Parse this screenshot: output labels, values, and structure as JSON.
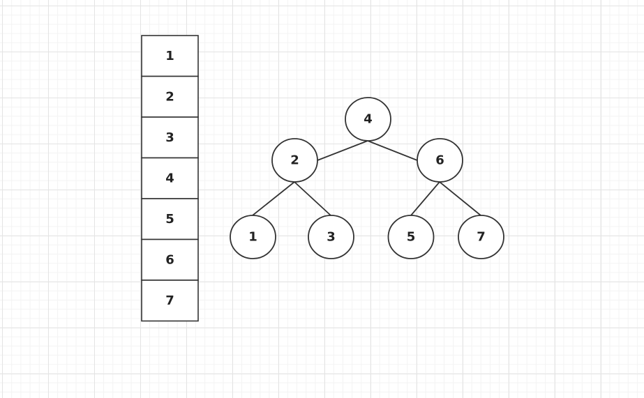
{
  "array": {
    "cells": [
      "1",
      "2",
      "3",
      "4",
      "5",
      "6",
      "7"
    ]
  },
  "tree": {
    "root": "4",
    "level1": [
      "2",
      "6"
    ],
    "level2": [
      "1",
      "3",
      "5",
      "7"
    ]
  },
  "colors": {
    "stroke": "#333333",
    "text": "#222222",
    "fill": "#ffffff"
  }
}
